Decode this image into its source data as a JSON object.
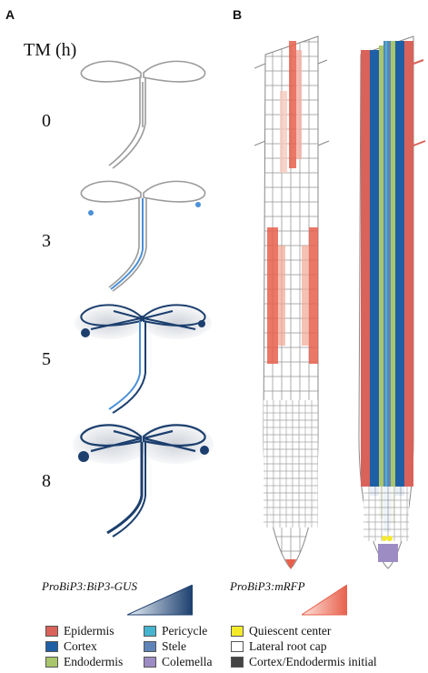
{
  "panels": {
    "a_label": "A",
    "b_label": "B"
  },
  "timecourse": {
    "title": "TM (h)",
    "time_points": [
      "0",
      "3",
      "5",
      "8"
    ]
  },
  "reporters": {
    "gus_label": "ProBiP3:BiP3-GUS",
    "mrfp_label": "ProBiP3:mRFP"
  },
  "legend": {
    "items": [
      {
        "label": "Epidermis",
        "color": "#d9625a"
      },
      {
        "label": "Cortex",
        "color": "#1f5fa6"
      },
      {
        "label": "Endodermis",
        "color": "#a8c66c"
      },
      {
        "label": "Pericycle",
        "color": "#46b4cf"
      },
      {
        "label": "Stele",
        "color": "#5f84b8"
      },
      {
        "label": "Colemella",
        "color": "#9d8cc4"
      },
      {
        "label": "Quiescent center",
        "color": "#f5ea2a"
      },
      {
        "label": "Lateral root cap",
        "color": "#ffffff"
      },
      {
        "label": "Cortex/Endodermis initial",
        "color": "#444444"
      }
    ]
  },
  "colors": {
    "gus_dark": "#1c3f6e",
    "gus_light": "#4a90d9",
    "mrfp": "#e8604c",
    "outline": "#8a8a8a"
  }
}
